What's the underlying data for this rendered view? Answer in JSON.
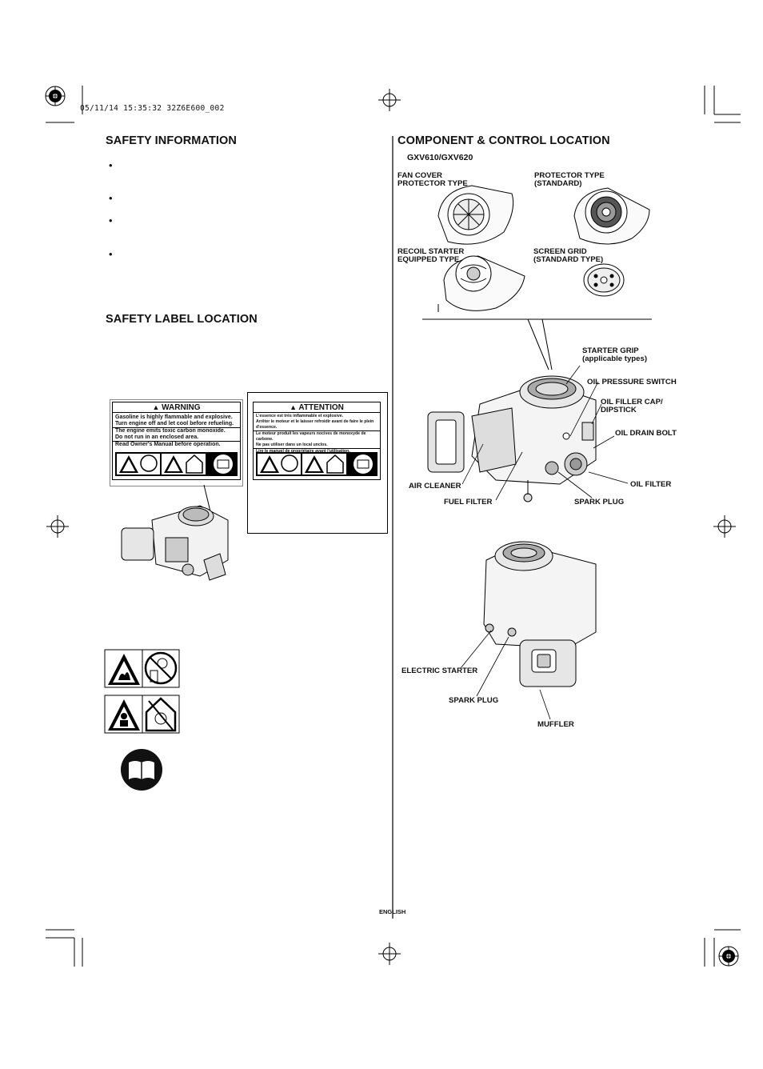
{
  "print_stamp": "05/11/14 15:35:32 32Z6E600_002",
  "left": {
    "safety_information_title": "SAFETY INFORMATION",
    "bullets": [
      "•",
      "•",
      "•",
      "•"
    ],
    "safety_label_title": "SAFETY LABEL LOCATION"
  },
  "warning_label": {
    "title": "WARNING",
    "line1": "Gasoline is highly flammable and explosive.",
    "line2": "Turn engine off and let cool before refueling.",
    "line3": "The engine emits toxic carbon monoxide.",
    "line4": "Do not run in an enclosed area.",
    "line5": "Read Owner's Manual before operation."
  },
  "attention_label": {
    "title": "ATTENTION",
    "line1": "L'essence est très inflammable et explosive.",
    "line2": "Arrêter le moteur et le laisser refroidir avant de faire le plein d'essence.",
    "line3": "Le moteur produit les vapeurs nocives de monoxyde de carbone.",
    "line4": "Ne pas utiliser dans un local unclos.",
    "line5": "Lire le manuel de propriétaire avant l'utilisation."
  },
  "right": {
    "title": "COMPONENT & CONTROL LOCATION",
    "model": "GXV610/GXV620",
    "variants": {
      "fan_cover": "FAN COVER\nPROTECTOR TYPE",
      "protector_standard": "PROTECTOR TYPE\n(STANDARD)",
      "recoil_starter": "RECOIL STARTER\nEQUIPPED TYPE",
      "screen_grid": "SCREEN GRID\n(STANDARD TYPE)"
    },
    "callouts": {
      "starter_grip": "STARTER GRIP\n(applicable types)",
      "oil_pressure_switch": "OIL PRESSURE SWITCH",
      "oil_filler_cap": "OIL FILLER CAP/\nDIPSTICK",
      "oil_drain_bolt": "OIL DRAIN BOLT",
      "air_cleaner": "AIR CLEANER",
      "oil_filter": "OIL FILTER",
      "fuel_filter": "FUEL FILTER",
      "spark_plug_top": "SPARK PLUG",
      "electric_starter": "ELECTRIC STARTER",
      "spark_plug_bottom": "SPARK PLUG",
      "muffler": "MUFFLER"
    }
  },
  "footer": {
    "language": "ENGLISH"
  }
}
